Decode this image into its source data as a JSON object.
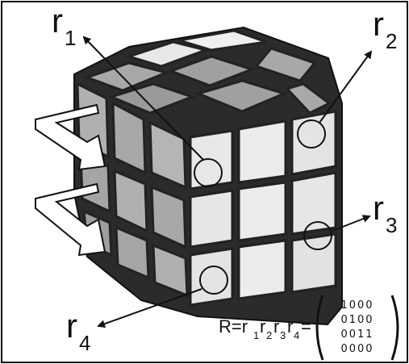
{
  "labels": {
    "r1": {
      "main": "r",
      "sub": "1"
    },
    "r2": {
      "main": "r",
      "sub": "2"
    },
    "r3": {
      "main": "r",
      "sub": "3"
    },
    "r4": {
      "main": "r",
      "sub": "4"
    }
  },
  "formula": {
    "lhs": "R=r",
    "s1": "1",
    "r2": "r",
    "s2": "2",
    "r3": "r",
    "s3": "3",
    "r4": "r",
    "s4": "4",
    "eq": "="
  },
  "matrix": {
    "rows": [
      "1000",
      "0100",
      "0011",
      "0000"
    ]
  },
  "colors": {
    "ink": "#111111",
    "background": "#ffffff",
    "sticker_dark": "#9a9a9a",
    "sticker_mid": "#b5b5b5",
    "sticker_light": "#e8e8e8",
    "cube_body": "#2b2b2b"
  }
}
